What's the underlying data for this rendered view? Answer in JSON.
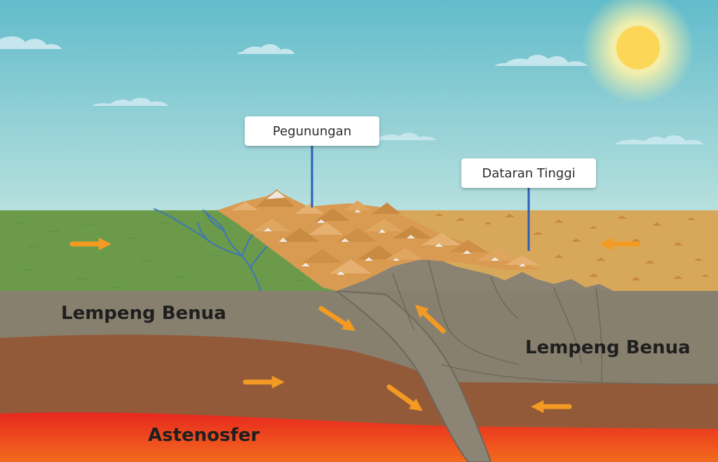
{
  "labels": {
    "mountains": "Pegunungan",
    "plateau": "Dataran Tinggi",
    "plate_left": "Lempeng Benua",
    "plate_right": "Lempeng Benua",
    "asthenosphere": "Astenosfer"
  },
  "colors": {
    "sky_top": "#62bccb",
    "sky_bottom": "#b7e0de",
    "sun": "#fcd656",
    "grassland": "#6a9a4a",
    "plateau": "#d8a85a",
    "mountain": "#dba05a",
    "continental_crust": "#88806e",
    "mantle": "#935a3a",
    "asthenosphere": "#e8381e",
    "river": "#3f76b8",
    "arrow": "#f39a22",
    "callout_line": "#2b5fb5"
  },
  "icons": [
    "sun-icon",
    "cloud-icon",
    "arrow-icon"
  ]
}
